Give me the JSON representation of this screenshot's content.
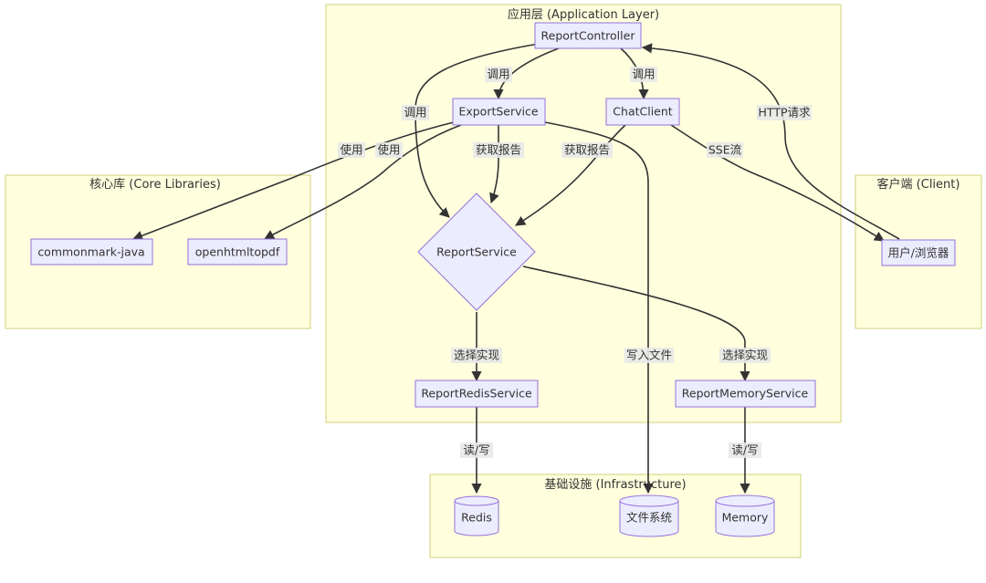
{
  "clusters": {
    "app": {
      "title": "应用层 (Application Layer)"
    },
    "core": {
      "title": "核心库 (Core Libraries)"
    },
    "client": {
      "title": "客户端 (Client)"
    },
    "infra": {
      "title": "基础设施 (Infrastructure)"
    }
  },
  "nodes": {
    "report_controller": "ReportController",
    "export_service": "ExportService",
    "chat_client": "ChatClient",
    "report_service": "ReportService",
    "report_redis_service": "ReportRedisService",
    "report_memory_service": "ReportMemoryService",
    "commonmark": "commonmark-java",
    "openhtmltopdf": "openhtmltopdf",
    "user_browser": "用户/浏览器",
    "redis": "Redis",
    "file_system": "文件系统",
    "memory": "Memory"
  },
  "edges": {
    "ctrl_export": "调用",
    "ctrl_chat": "调用",
    "ctrl_report": "调用",
    "http": "HTTP请求",
    "export_commonmark": "使用",
    "export_openhtml": "使用",
    "export_report": "获取报告",
    "chat_report": "获取报告",
    "sse": "SSE流",
    "write_file": "写入文件",
    "select_redis": "选择实现",
    "select_memory": "选择实现",
    "rw_redis": "读/写",
    "rw_memory": "读/写"
  }
}
